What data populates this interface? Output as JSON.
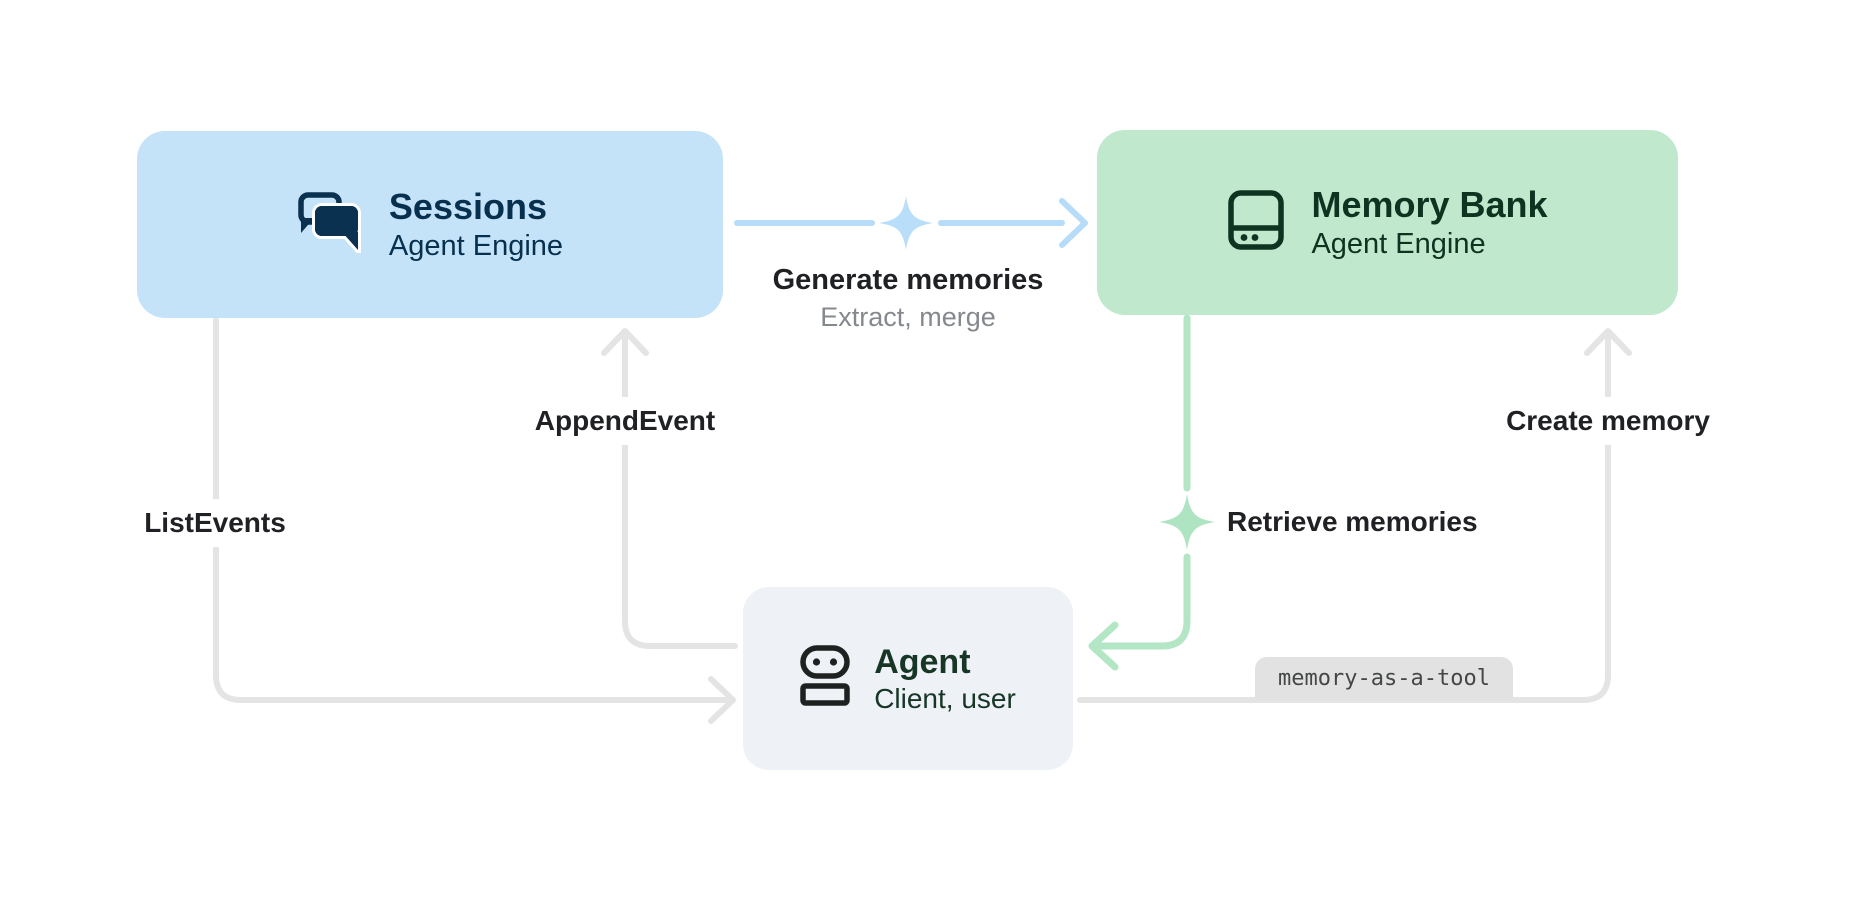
{
  "nodes": {
    "sessions": {
      "title": "Sessions",
      "subtitle": "Agent Engine",
      "icon": "forum-chat-icon"
    },
    "memory_bank": {
      "title": "Memory Bank",
      "subtitle": "Agent Engine",
      "icon": "memory-storage-icon"
    },
    "agent": {
      "title": "Agent",
      "subtitle": "Client, user",
      "icon": "robot-icon"
    }
  },
  "edges": {
    "generate_memories": {
      "label": "Generate memories",
      "sublabel": "Extract, merge",
      "from": "sessions",
      "to": "memory_bank",
      "icon": "sparkle-icon"
    },
    "append_event": {
      "label": "AppendEvent",
      "from": "agent",
      "to": "sessions"
    },
    "list_events": {
      "label": "ListEvents",
      "from": "sessions",
      "to": "agent"
    },
    "retrieve_memories": {
      "label": "Retrieve memories",
      "from": "memory_bank",
      "to": "agent",
      "icon": "sparkle-icon"
    },
    "create_memory": {
      "label": "Create memory",
      "badge": "memory-as-a-tool",
      "from": "agent",
      "to": "memory_bank"
    }
  },
  "colors": {
    "blue-box": "#c4e3f8",
    "green-box": "#bfe8cc",
    "gray-box": "#eef1f6",
    "blue-line": "#b6dcf9",
    "green-line": "#b3e6c4",
    "gray-line": "#e4e4e4",
    "blue-ink": "#07304f",
    "green-ink": "#0e3321",
    "agent-ink": "#173626",
    "label-ink": "#202124",
    "sub-ink": "#85898e",
    "badge-bg": "#e2e2e2",
    "badge-ink": "#444746"
  }
}
